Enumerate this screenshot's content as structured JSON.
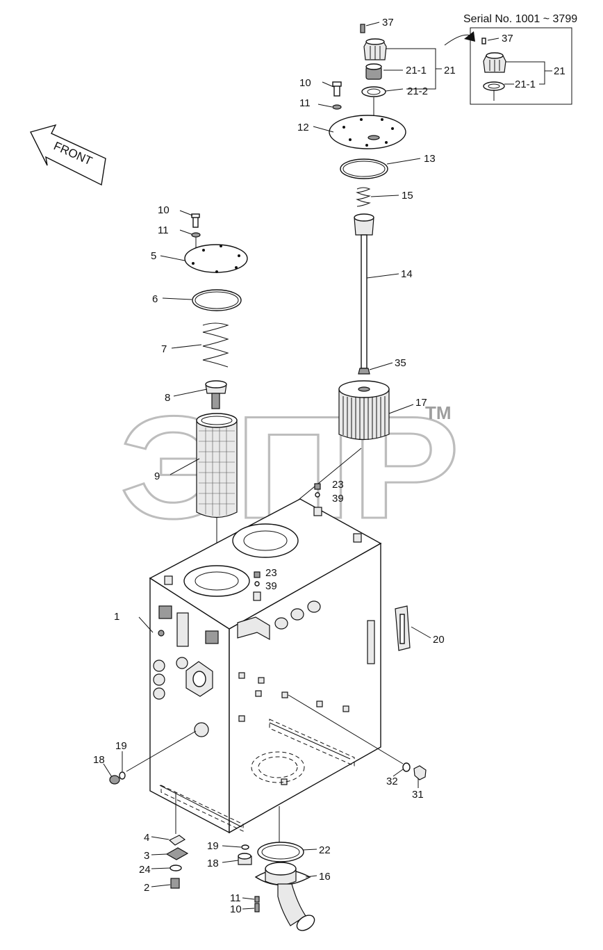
{
  "watermark": {
    "text": "ЭПР",
    "tm": "TM",
    "color": "#cfcfcf"
  },
  "serial_note": "Serial No. 1001 ~ 3799",
  "front_arrow": "FRONT",
  "inset_labels": {
    "a": "37",
    "b": "21",
    "c": "21-1"
  },
  "labels": {
    "37": "37",
    "21_1": "21-1",
    "21": "21",
    "21_2": "21-2",
    "10a": "10",
    "11a": "11",
    "12": "12",
    "13": "13",
    "15": "15",
    "14": "14",
    "35": "35",
    "17": "17",
    "10b": "10",
    "11b": "11",
    "5": "5",
    "6": "6",
    "7": "7",
    "8": "8",
    "9": "9",
    "23a": "23",
    "39a": "39",
    "23b": "23",
    "39b": "39",
    "1": "1",
    "20": "20",
    "18a": "18",
    "19a": "19",
    "32": "32",
    "31": "31",
    "4": "4",
    "3": "3",
    "24": "24",
    "2": "2",
    "19b": "19",
    "18b": "18",
    "22": "22",
    "16": "16",
    "11c": "11",
    "10c": "10"
  }
}
